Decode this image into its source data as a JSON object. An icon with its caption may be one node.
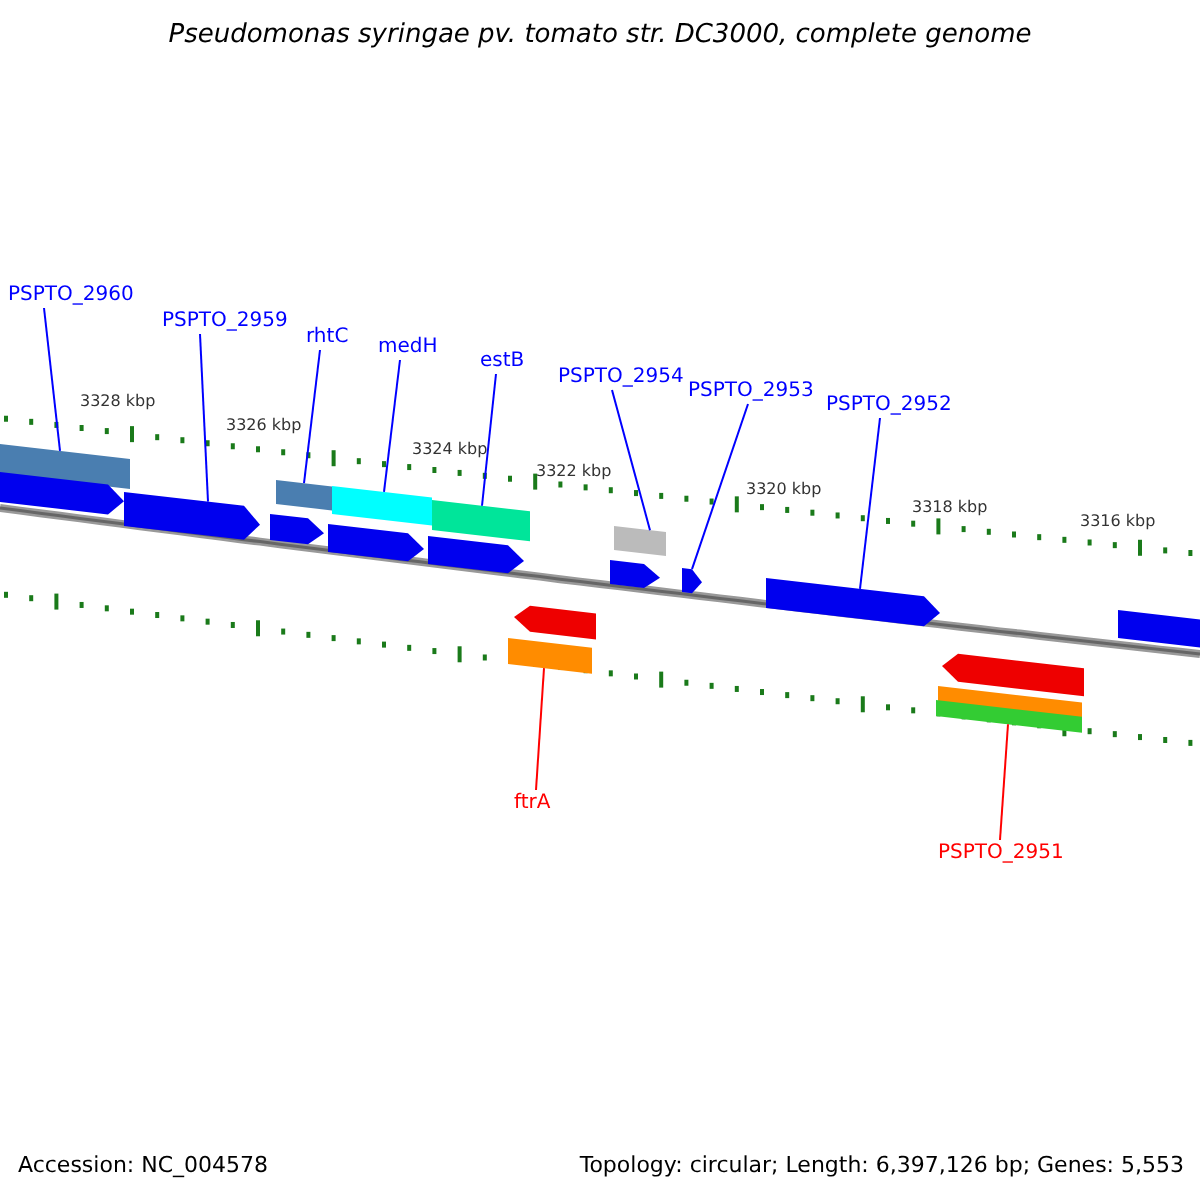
{
  "diagram": {
    "title": "Pseudomonas syringae pv. tomato str. DC3000, complete genome",
    "nodes": [
      {
        "text": [
          "PSPTO_2960"
        ]
      },
      {
        "text": [
          "PSPTO_2959"
        ]
      },
      {
        "text": [
          "rhtC"
        ]
      },
      {
        "text": [
          "medH"
        ]
      },
      {
        "text": [
          "estB"
        ]
      },
      {
        "text": [
          "PSPTO_2954"
        ]
      },
      {
        "text": [
          "PSPTO_2953"
        ]
      },
      {
        "text": [
          "PSPTO_2952"
        ]
      },
      {
        "text": [
          "ftrA"
        ]
      },
      {
        "text": [
          "PSPTO_2951"
        ]
      },
      {
        "text": [],
        "shape": "bar"
      },
      {
        "text": [],
        "shape": "arrow"
      },
      {
        "text": [],
        "shape": "bar"
      },
      {
        "text": [],
        "shape": "bar"
      },
      {
        "text": [],
        "shape": "bar"
      },
      {
        "text": [],
        "shape": "bar"
      },
      {
        "text": [],
        "shape": "bar"
      },
      {
        "text": [],
        "shape": "arrow"
      },
      {
        "text": [],
        "shape": "arrow"
      },
      {
        "text": [],
        "shape": "bar"
      }
    ],
    "edges": [
      {
        "from": 0,
        "to": 10,
        "arrow": "none"
      },
      {
        "from": 1,
        "to": 11,
        "arrow": "none"
      },
      {
        "from": 2,
        "to": 12,
        "arrow": "none"
      },
      {
        "from": 3,
        "to": 13,
        "arrow": "none"
      },
      {
        "from": 4,
        "to": 14,
        "arrow": "none"
      },
      {
        "from": 5,
        "to": 16,
        "arrow": "none"
      },
      {
        "from": 6,
        "to": 17,
        "arrow": "none"
      },
      {
        "from": 7,
        "to": 18,
        "arrow": "none"
      },
      {
        "from": 8,
        "to": 15,
        "arrow": "none",
        "color": "#ff0000"
      },
      {
        "from": 9,
        "to": 19,
        "arrow": "none",
        "color": "#ff0000"
      }
    ],
    "labels": [
      "3328 kbp",
      "3326 kbp",
      "3324 kbp",
      "3322 kbp",
      "3320 kbp",
      "3318 kbp",
      "3316 kbp",
      "Accession: NC_004578",
      "Topology: circular; Length: 6,397,126 bp; Genes: 5,553"
    ]
  }
}
